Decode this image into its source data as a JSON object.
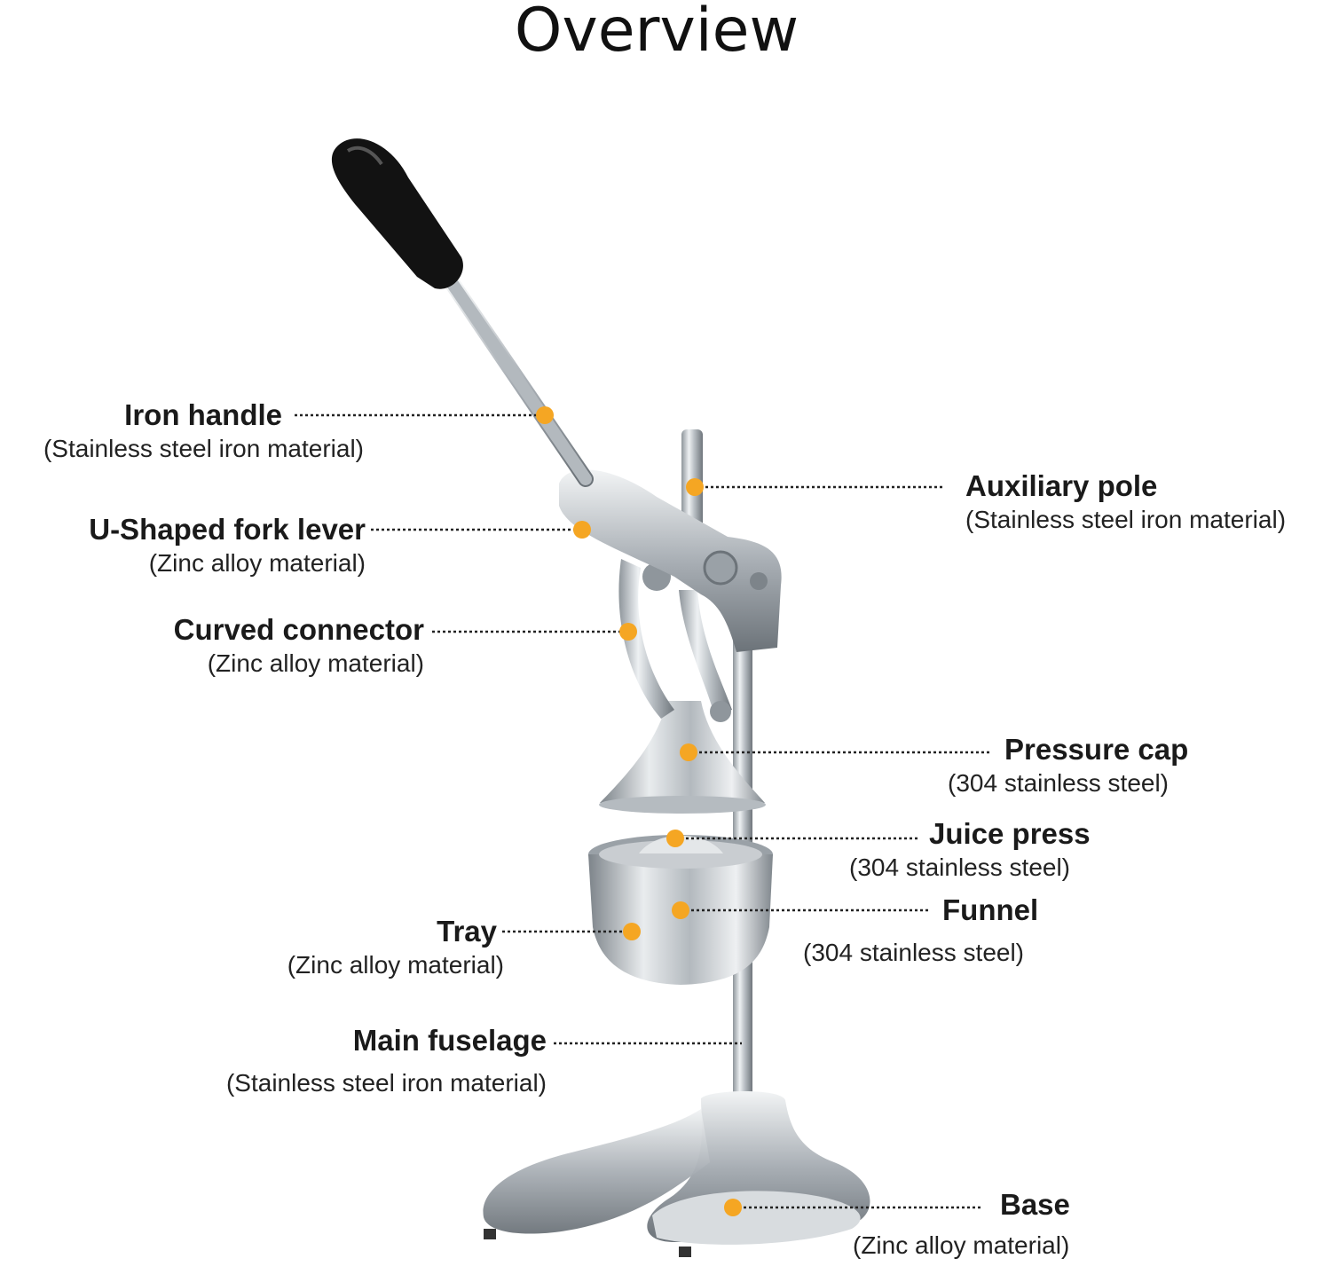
{
  "title": "Overview",
  "colors": {
    "marker": "#f5a623",
    "leader": "#222222",
    "steel": "#c9cdd1",
    "handle": "#111111"
  },
  "parts": {
    "iron_handle": {
      "name": "Iron handle",
      "material": "(Stainless steel iron material)"
    },
    "auxiliary_pole": {
      "name": "Auxiliary pole",
      "material": "(Stainless steel iron material)"
    },
    "u_fork_lever": {
      "name": "U-Shaped fork lever",
      "material": "(Zinc alloy material)"
    },
    "curved_connector": {
      "name": "Curved connector",
      "material": "(Zinc alloy material)"
    },
    "pressure_cap": {
      "name": "Pressure cap",
      "material": "(304 stainless steel)"
    },
    "juice_press": {
      "name": "Juice press",
      "material": "(304 stainless steel)"
    },
    "funnel": {
      "name": "Funnel",
      "material": "(304 stainless steel)"
    },
    "tray": {
      "name": "Tray",
      "material": "(Zinc alloy material)"
    },
    "main_fuselage": {
      "name": "Main fuselage",
      "material": "(Stainless steel iron material)"
    },
    "base": {
      "name": "Base",
      "material": "(Zinc alloy material)"
    }
  }
}
